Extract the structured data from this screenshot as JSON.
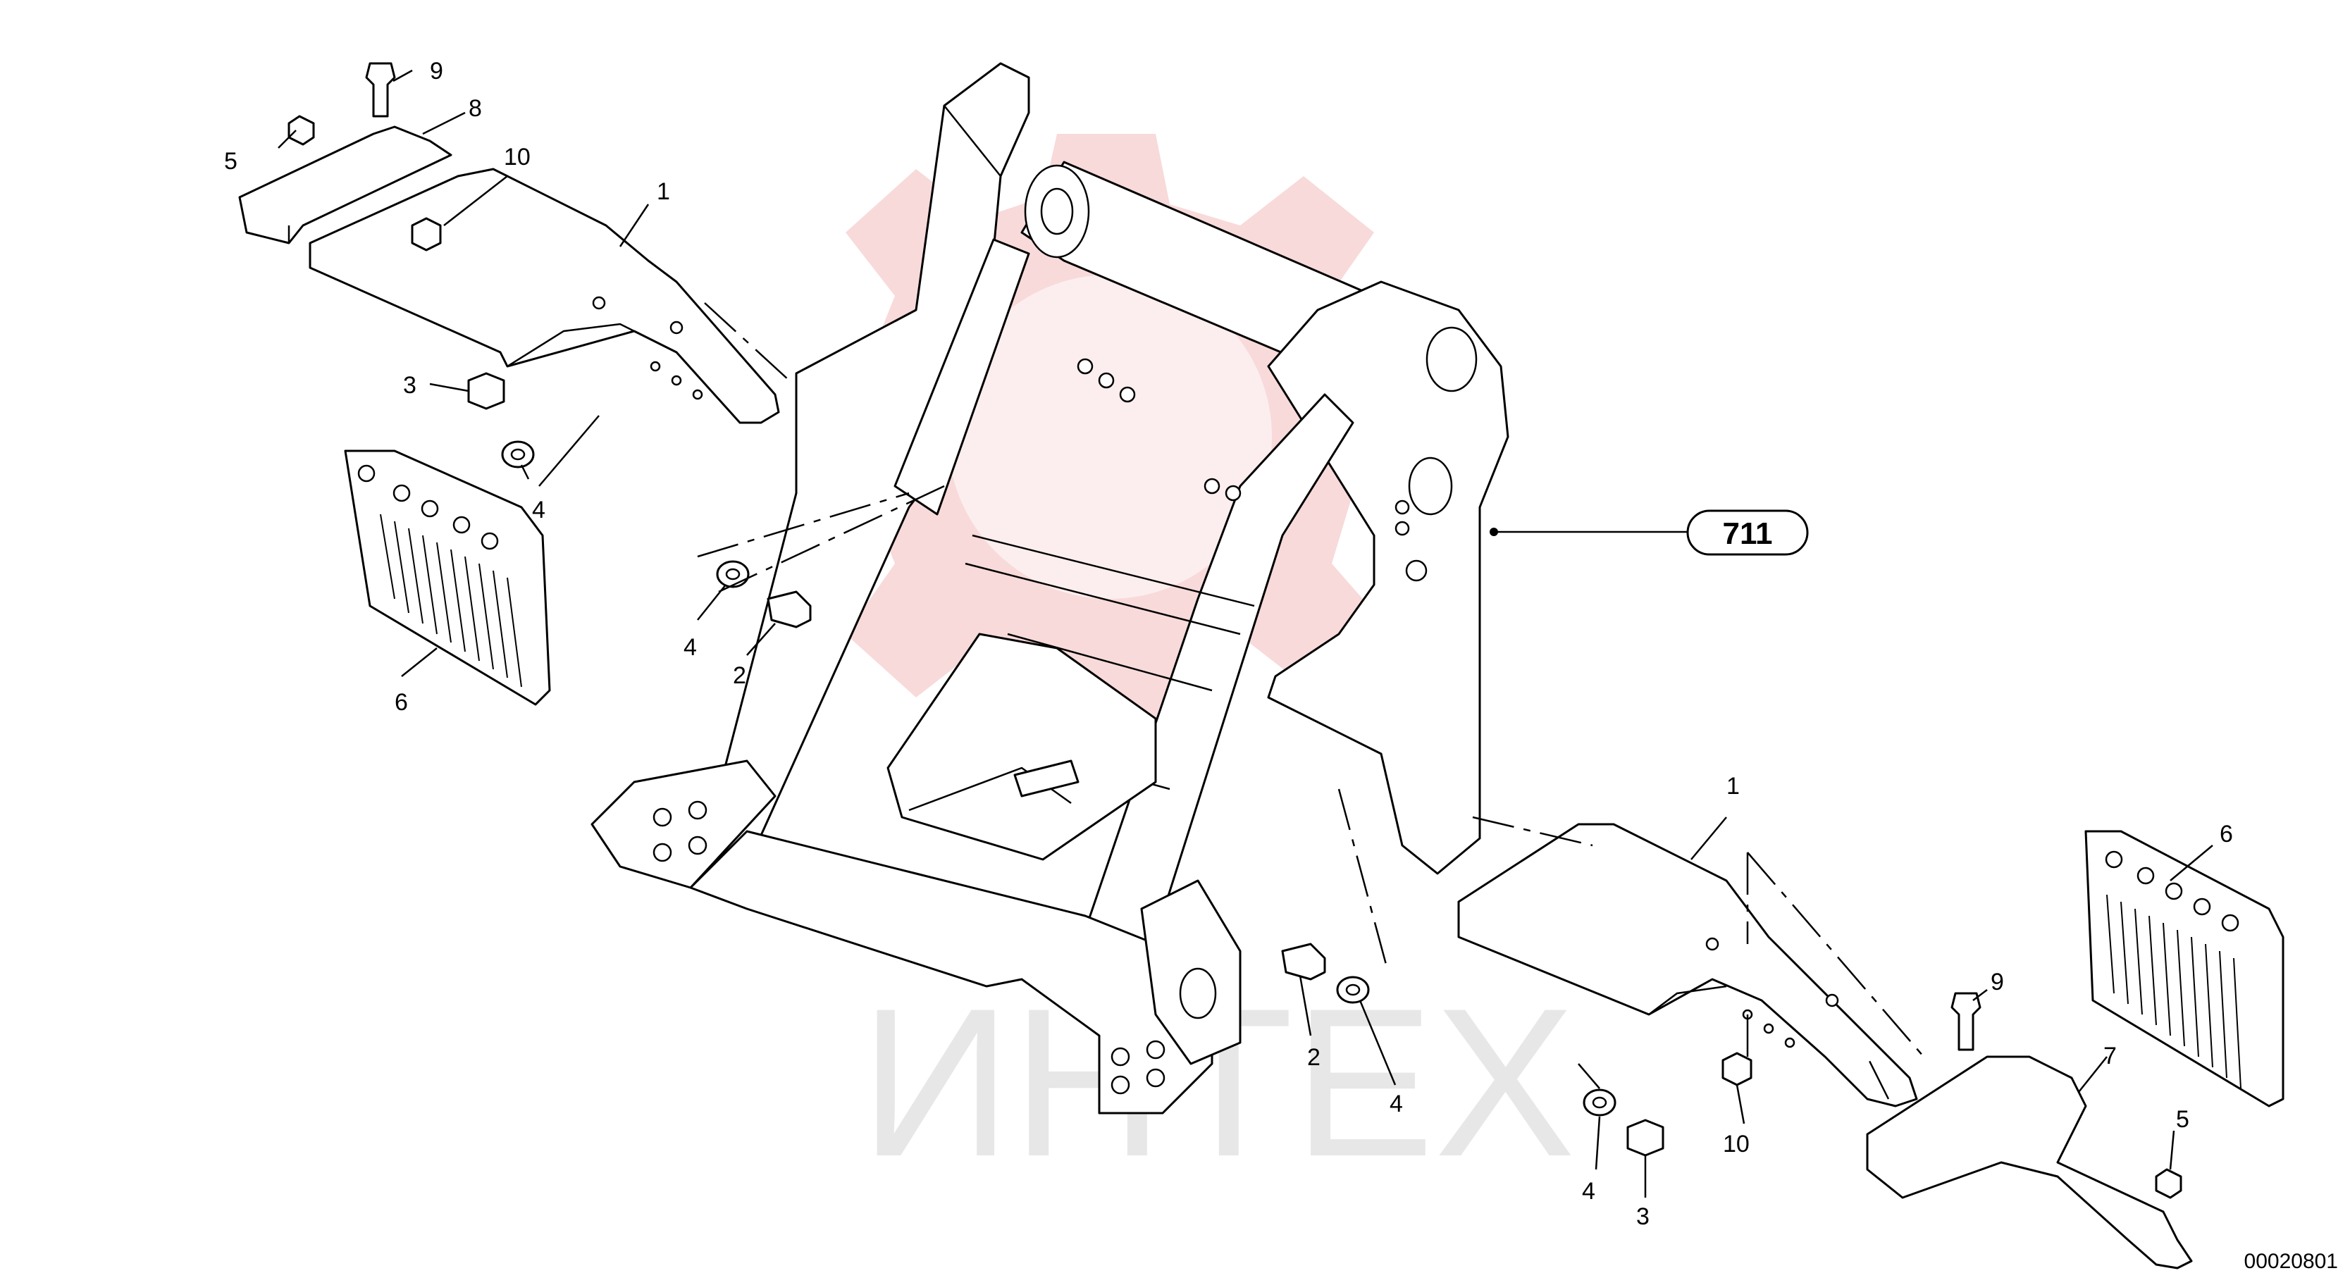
{
  "watermark": {
    "text": "ИНТЕХ"
  },
  "callouts": {
    "a1": "1",
    "b1": "1",
    "a2": "2",
    "b2": "2",
    "a3": "3",
    "b3": "3",
    "a4": "4",
    "b4": "4",
    "c4": "4",
    "d4": "4",
    "a5": "5",
    "b5": "5",
    "a6": "6",
    "b6": "6",
    "a7": "7",
    "a8": "8",
    "a9": "9",
    "b9": "9",
    "a10": "10",
    "b10": "10"
  },
  "reference_box": {
    "label": "711"
  },
  "figure_code": "00020801",
  "colors": {
    "line": "#000000",
    "watermark_red": "#e88a8a",
    "watermark_gray": "#cccccc"
  }
}
